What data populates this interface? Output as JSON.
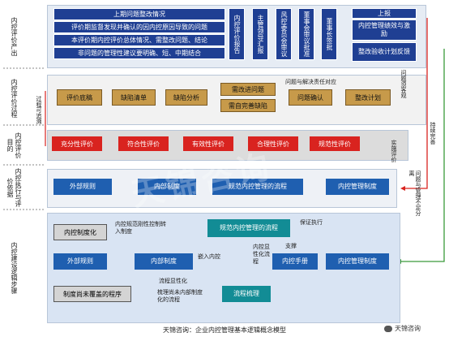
{
  "rows": [
    {
      "label": "内控评价产出"
    },
    {
      "label": "内控评价过程"
    },
    {
      "label": "内控评价目的"
    },
    {
      "label": "内控执行与评价依据"
    },
    {
      "label": "内控建设逻辑步骤"
    }
  ],
  "row1": {
    "list": [
      "上期问题整改情况",
      "评价期监督发现并确认的因内控原因导致的问题",
      "本评价期内控评价总体情况、需整改问题、结论",
      "非问题的管理性建议要明确、短、中期结合"
    ],
    "report": "内控评价报告",
    "supervisor": "主管领导汇报",
    "risk_committee": "风控委员会审议",
    "board_review": "董事会审议批准",
    "chairman": "董事长签批",
    "right": [
      "上报",
      "内控管理绩效与激励",
      "整改验收计划反馈"
    ]
  },
  "row2": {
    "steps": [
      "评价底稿",
      "缺陷清单",
      "缺陷分析",
      "需改进问题",
      "需自完善缺陷",
      "问题确认",
      "整改计划"
    ],
    "note_top": "问题与解决责任对应",
    "note_right": "问题须客观"
  },
  "row3": {
    "items": [
      "充分性评价",
      "符合性评价",
      "有效性评价",
      "合理性评价",
      "规范性评价"
    ],
    "note_left": "过程可追溯",
    "note_right": "实施评价"
  },
  "row4": {
    "items": [
      "外部规则",
      "内部制度",
      "规范内控管理的流程",
      "内控管理制度"
    ],
    "note_right": "问题与管理不足分离",
    "note_far": "持续完善"
  },
  "row5": {
    "internal_ctrl": "内控制度化",
    "external": "外部规则",
    "internal_system": "内部制度",
    "uncovered": "制度尚未覆盖的程序",
    "process_flow": "规范内控管理的流程",
    "manual": "内控手册",
    "mgmt_system": "内控管理制度",
    "process_review": "流程梳理",
    "notes": {
      "rigid": "内控规范刚性控制转入制度",
      "embed": "嵌入内控",
      "flow_visual": "流程显性化",
      "unstructured": "梳理尚未内部制度化的流程",
      "exposed": "内控显性化流程",
      "support": "支撑",
      "guarantee": "保证执行"
    }
  },
  "caption": "天锦咨询：企业内控管理基本逻辑概念模型",
  "watermark": "天锦咨询",
  "brand": "天锦咨询",
  "colors": {
    "navy": "#1f3f93",
    "red": "#d9231f",
    "gold": "#c79a4a",
    "teal": "#128c95"
  }
}
